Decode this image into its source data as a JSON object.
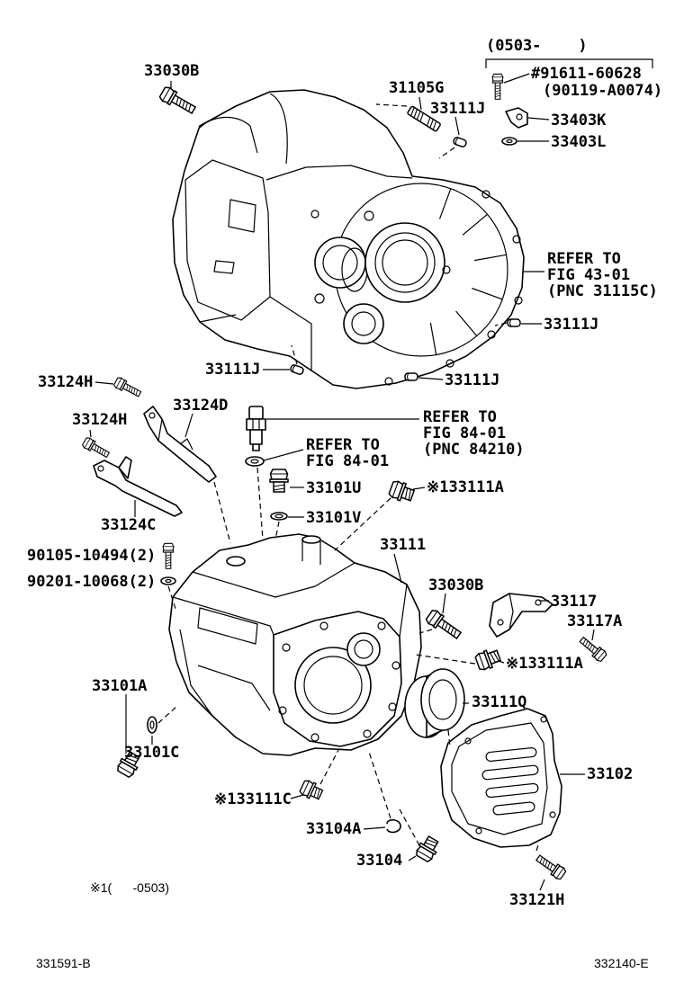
{
  "diagram": {
    "applicability_header": "(0503-    )",
    "callouts": {
      "bolt_91611_60628": "#91611-60628",
      "bolt_90119_a0074": "(90119-A0074)",
      "bracket_33403k": "33403K",
      "washer_33403l": "33403L",
      "bolt_33030b_upper": "33030B",
      "stud_31105g": "31105G",
      "pin_33111j_top": "33111J",
      "pin_33111j_right": "33111J",
      "pin_33111j_bottom_left": "33111J",
      "pin_33111j_bottom_right": "33111J",
      "bolt_33124h_upper": "33124H",
      "bracket_33124d": "33124D",
      "bolt_33124h_lower": "33124H",
      "bracket_33124c": "33124C",
      "plug_33101u": "33101U",
      "gasket_33101v": "33101V",
      "plug_133111a_upper": "※133111A",
      "bolt_90105_10494": "90105-10494(2)",
      "washer_90201_10068": "90201-10068(2)",
      "case_33111": "33111",
      "bolt_33030b_lower": "33030B",
      "bracket_33117": "33117",
      "bolt_33117a": "33117A",
      "plug_133111a_lower": "※133111A",
      "plug_33101a": "33101A",
      "seal_33111q": "33111Q",
      "gasket_33101c": "33101C",
      "cover_33102": "33102",
      "plug_133111c": "※133111C",
      "gasket_33104a": "33104A",
      "plug_33104": "33104",
      "bolt_33121h": "33121H"
    },
    "references": {
      "housing_ref": [
        "REFER TO",
        "FIG 43-01",
        "(PNC 31115C)"
      ],
      "sensor_ref": [
        "REFER TO",
        "FIG 84-01",
        "(PNC 84210)"
      ],
      "washer_ref": [
        "REFER TO",
        "FIG 84-01"
      ]
    },
    "footnote": "※1(      -0503)",
    "footer": {
      "left_code": "331591-B",
      "right_code": "332140-E"
    }
  }
}
